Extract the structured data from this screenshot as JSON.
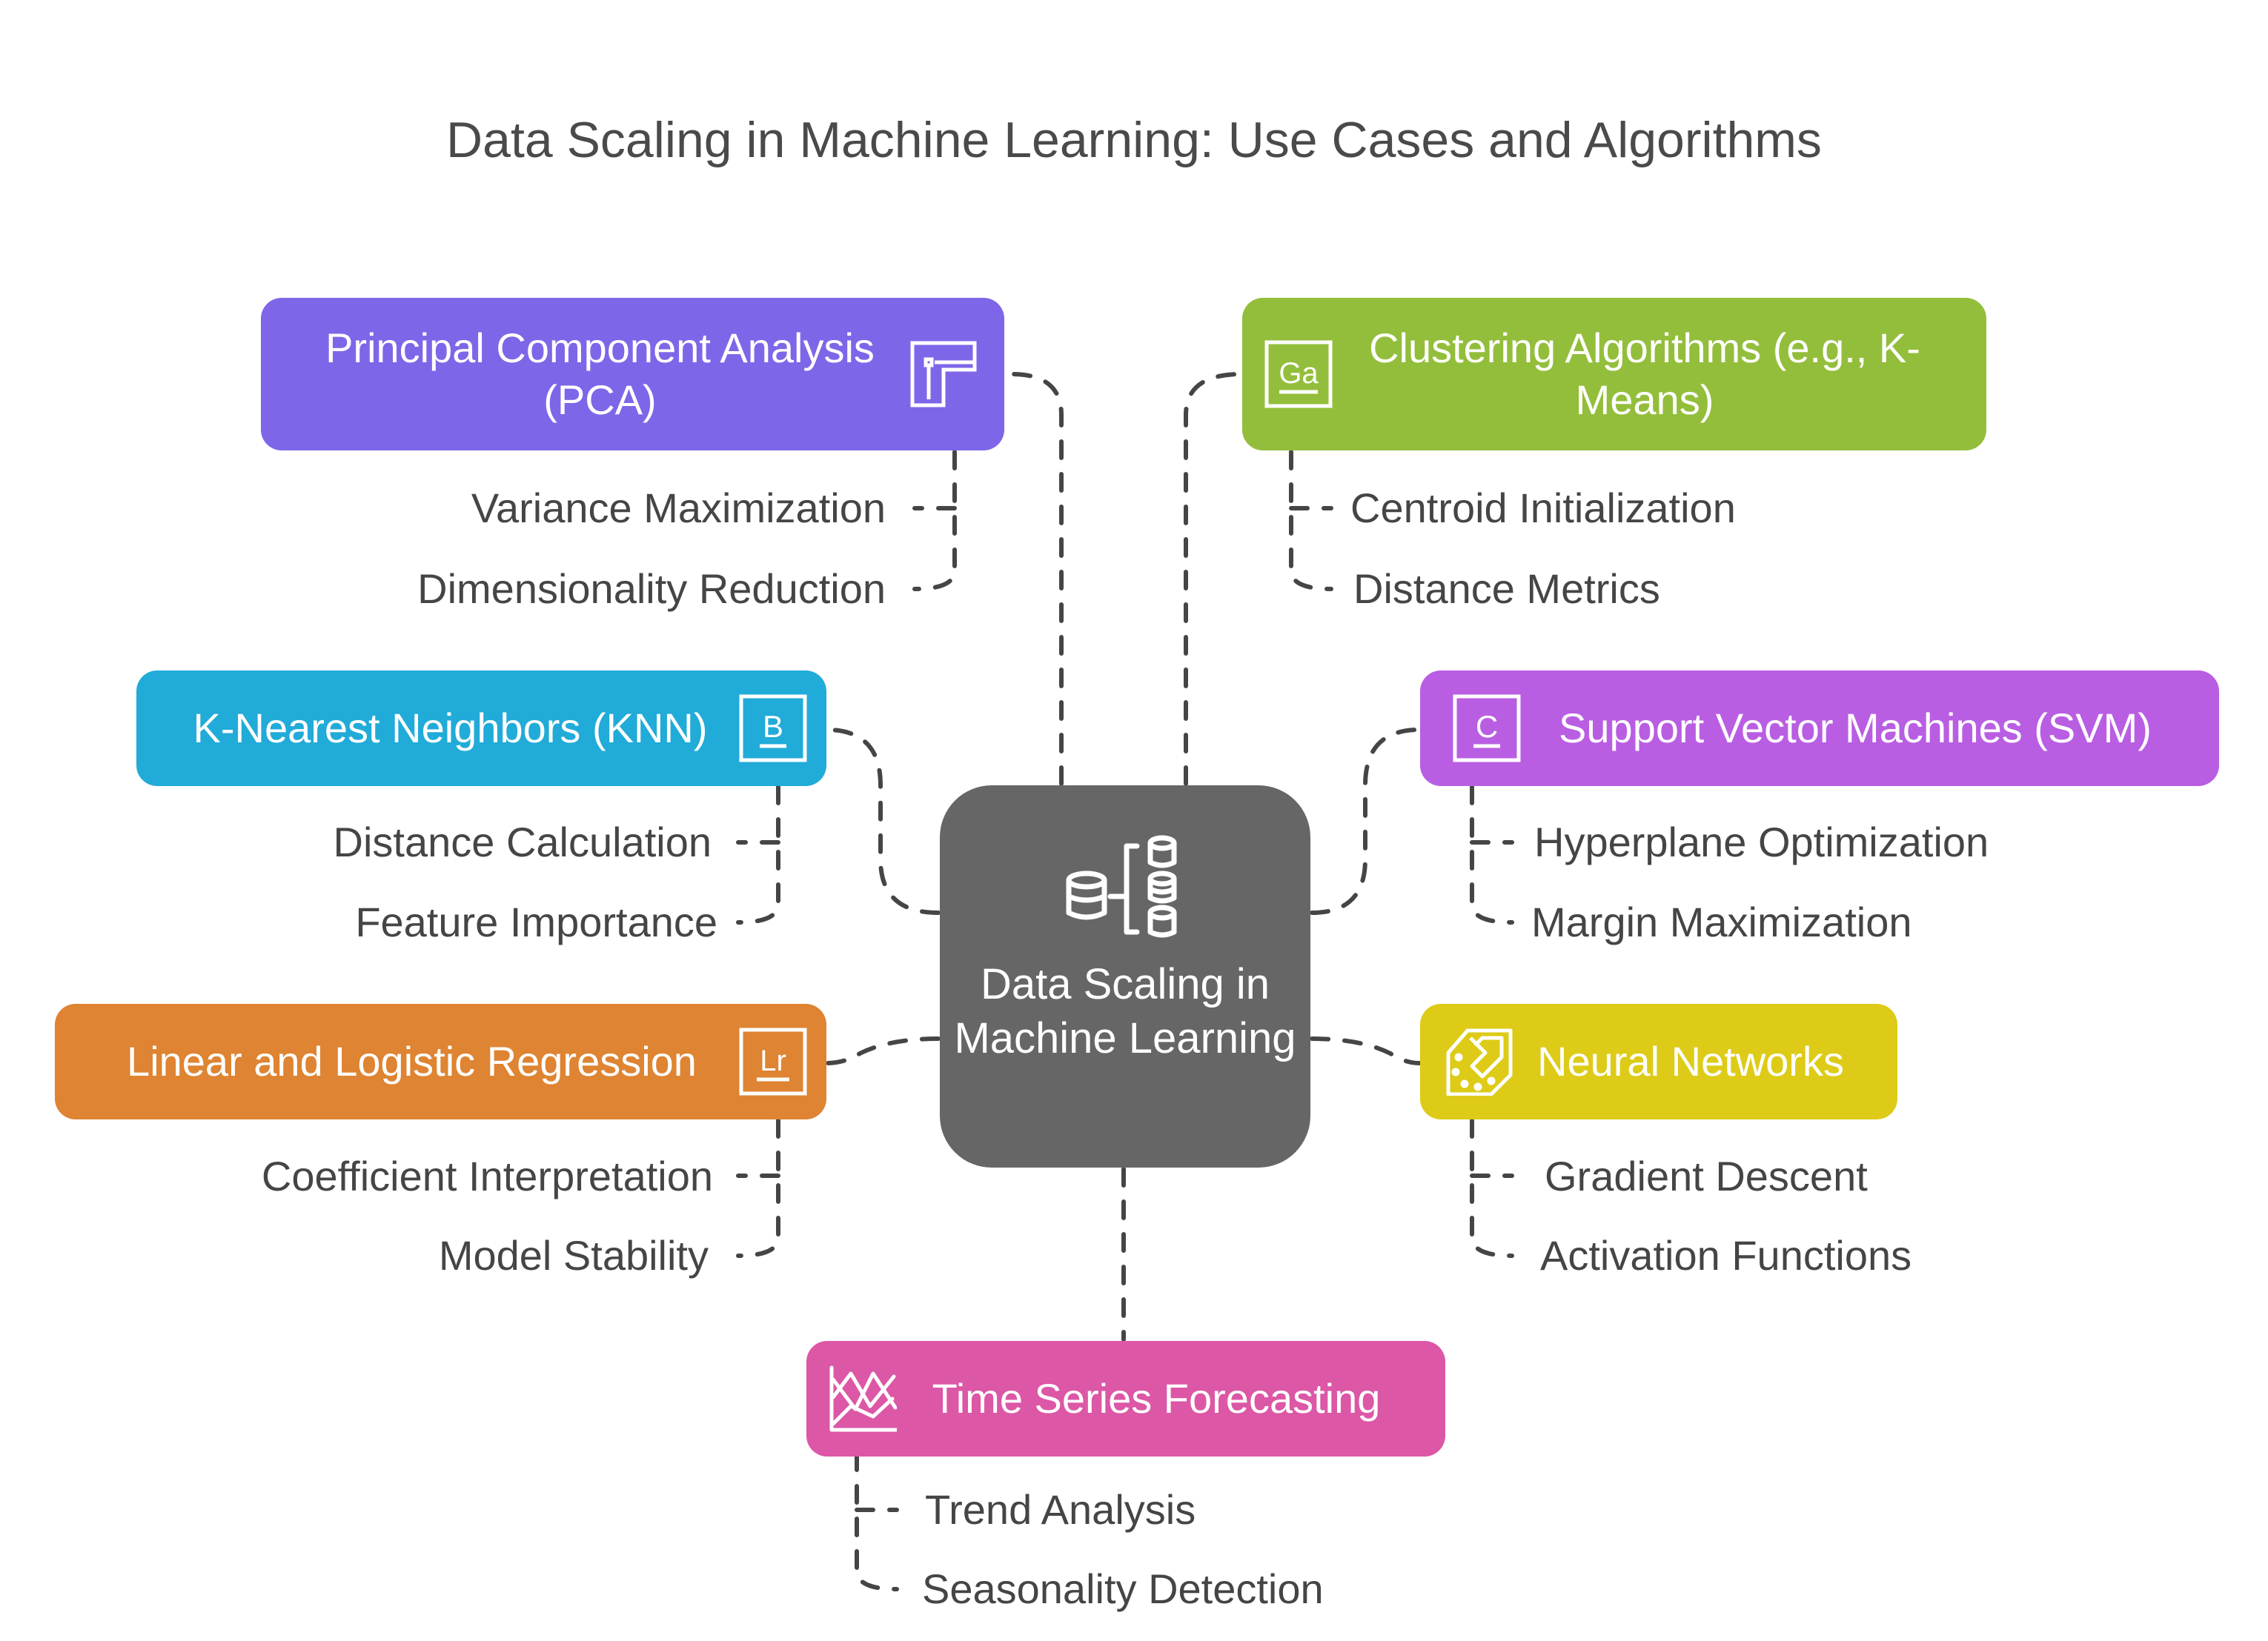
{
  "title": "Data Scaling in Machine Learning: Use Cases and Algorithms",
  "center": {
    "label": "Data Scaling in Machine Learning",
    "icon": "database-hierarchy-icon",
    "color": "#666666"
  },
  "nodes": [
    {
      "id": "pca",
      "label": "Principal Component Analysis (PCA)",
      "icon": "frame-corner-icon",
      "color": "#7f66e8",
      "children": [
        "Variance Maximization",
        "Dimensionality Reduction"
      ]
    },
    {
      "id": "clustering",
      "label": "Clustering Algorithms (e.g., K-Means)",
      "icon": "ga-letter-icon",
      "color": "#93be3b",
      "children": [
        "Centroid Initialization",
        "Distance Metrics"
      ]
    },
    {
      "id": "knn",
      "label": "K-Nearest Neighbors (KNN)",
      "icon": "b-letter-icon",
      "color": "#21abd8",
      "children": [
        "Distance Calculation",
        "Feature Importance"
      ]
    },
    {
      "id": "svm",
      "label": "Support Vector Machines (SVM)",
      "icon": "c-letter-icon",
      "color": "#b95ee3",
      "children": [
        "Hyperplane Optimization",
        "Margin Maximization"
      ]
    },
    {
      "id": "regression",
      "label": "Linear and Logistic Regression",
      "icon": "lr-letter-icon",
      "color": "#de8432",
      "children": [
        "Coefficient Interpretation",
        "Model Stability"
      ]
    },
    {
      "id": "neural",
      "label": "Neural Networks",
      "icon": "circuit-arrow-icon",
      "color": "#ddcb17",
      "children": [
        "Gradient Descent",
        "Activation Functions"
      ]
    },
    {
      "id": "timeseries",
      "label": "Time Series Forecasting",
      "icon": "line-chart-icon",
      "color": "#dc57a6",
      "children": [
        "Trend Analysis",
        "Seasonality Detection"
      ]
    }
  ],
  "connector_color": "#454545"
}
